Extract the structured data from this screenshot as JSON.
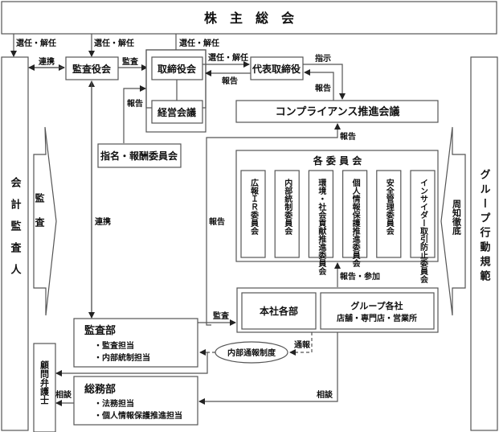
{
  "title": "株　主　総　会",
  "labels": {
    "select_dismiss": "選任・解任",
    "cooperation": "連携",
    "audit": "監査",
    "report": "報告",
    "instruction": "指示",
    "report_participate": "報告・参加",
    "whistleblow": "通報",
    "consult": "相談"
  },
  "nodes": {
    "auditor_board": "監査役会",
    "board": "取締役会",
    "management_meeting": "経営会議",
    "representative": "代表取締役",
    "nomination_committee": "指名・報酬委員会",
    "compliance_meeting": "コンプライアンス推進会議",
    "committees_title": "各 委 員 会",
    "committees": [
      "広報ＩＲ委員会",
      "内部統制委員会",
      "環境・社会貢献推進委員会",
      "個人情報保護推進委員会",
      "安全管理委員会",
      "インサイダー取引防止委員会"
    ],
    "hq_departments": "本社各部",
    "group_companies": "グループ各社",
    "group_sites": "店舗・専門店・営業所",
    "internal_whistleblowing": "内部通報制度",
    "audit_dept": "監査部",
    "audit_dept_items": [
      "・監査担当",
      "・内部統制担当"
    ],
    "general_affairs": "総務部",
    "general_affairs_items": [
      "・法務担当",
      "・個人情報保護推進担当"
    ],
    "legal_advisor": "顧問弁護士",
    "accounting_auditor": "会計監査人",
    "audit_arrow": "監査",
    "awareness_arrow": "周知徹底",
    "code_of_conduct": "グループ行動規範"
  }
}
